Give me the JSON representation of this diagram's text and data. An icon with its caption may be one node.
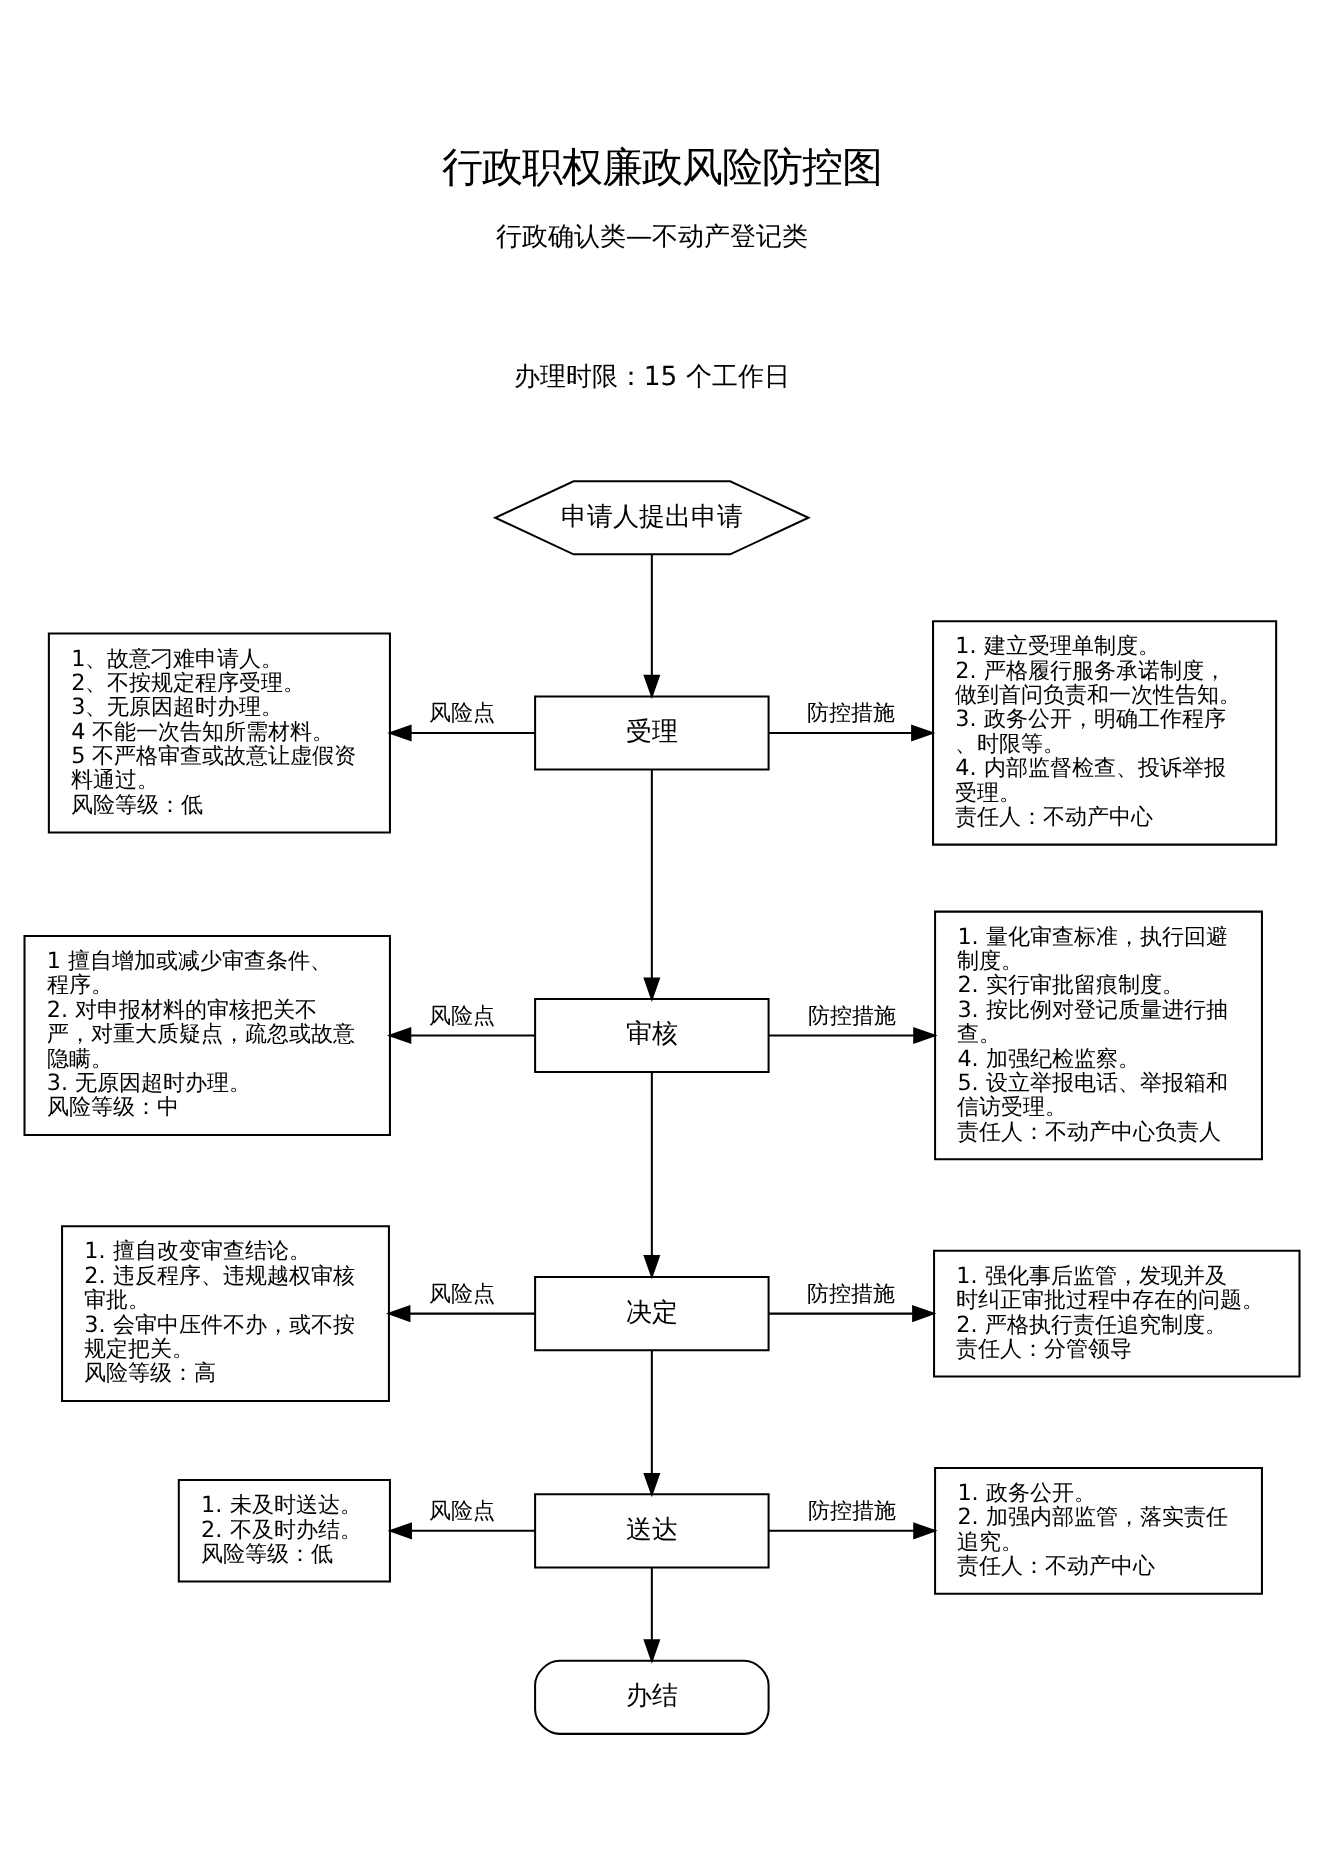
{
  "diagram": {
    "title": "行政职权廉政风险防控图",
    "nodes": [
      {
        "text": [
          "申请人提出申请"
        ]
      },
      {
        "text": [
          "1、故意刁难申请人。",
          "2、不按规定程序受理。",
          "3、无原因超时办理。",
          "4 不能一次告知所需材料。",
          "5 不严格审查或故意让虚假资料通过。",
          "风险等级：低"
        ]
      },
      {
        "text": [
          "受理"
        ]
      },
      {
        "text": [
          "1. 建立受理单制度。",
          "2. 严格履行服务承诺制度，做到首问负责和一次性告知。",
          "3. 政务公开，明确工作程序、时限等。",
          "4. 内部监督检查、投诉举报受理。",
          "责任人：不动产中心"
        ]
      },
      {
        "text": [
          "1 擅自增加或减少审查条件、程序。",
          "2. 对申报材料的审核把关不严，对重大质疑点，疏忽或故意隐瞒。",
          "3. 无原因超时办理。",
          "风险等级：中"
        ]
      },
      {
        "text": [
          "审核"
        ]
      },
      {
        "text": [
          "1. 量化审查标准，执行回避制度。",
          "2. 实行审批留痕制度。",
          "3. 按比例对登记质量进行抽查。",
          "4. 加强纪检监察。",
          "5. 设立举报电话、举报箱和信访受理。",
          "责任人：不动产中心负责人"
        ]
      },
      {
        "text": [
          "1. 擅自改变审查结论。",
          "2. 违反程序、违规越权审核审批。",
          "3. 会审中压件不办，或不按规定把关。",
          "风险等级：高"
        ]
      },
      {
        "text": [
          "决定"
        ]
      },
      {
        "text": [
          "1. 强化事后监管，发现并及时纠正审批过程中存在的问题。",
          "2. 严格执行责任追究制度。",
          "责任人：分管领导"
        ]
      },
      {
        "text": [
          "1. 未及时送达。",
          "2. 不及时办结。",
          "风险等级：低"
        ]
      },
      {
        "text": [
          "送达"
        ]
      },
      {
        "text": [
          "1. 政务公开。",
          "2. 加强内部监管，落实责任追究。",
          "责任人：不动产中心"
        ]
      },
      {
        "text": [
          "办结"
        ]
      }
    ],
    "edges": [
      {
        "from": 0,
        "to": 2,
        "arrow": "to"
      },
      {
        "from": 2,
        "to": 1,
        "arrow": "to",
        "label": "风险点"
      },
      {
        "from": 2,
        "to": 3,
        "arrow": "to",
        "label": "防控措施"
      },
      {
        "from": 2,
        "to": 5,
        "arrow": "to"
      },
      {
        "from": 5,
        "to": 4,
        "arrow": "to",
        "label": "风险点"
      },
      {
        "from": 5,
        "to": 6,
        "arrow": "to",
        "label": "防控措施"
      },
      {
        "from": 5,
        "to": 8,
        "arrow": "to"
      },
      {
        "from": 8,
        "to": 7,
        "arrow": "to",
        "label": "风险点"
      },
      {
        "from": 8,
        "to": 9,
        "arrow": "to",
        "label": "防控措施"
      },
      {
        "from": 8,
        "to": 11,
        "arrow": "to"
      },
      {
        "from": 11,
        "to": 10,
        "arrow": "to",
        "label": "风险点"
      },
      {
        "from": 11,
        "to": 12,
        "arrow": "to",
        "label": "防控措施"
      },
      {
        "from": 11,
        "to": 13,
        "arrow": "to"
      }
    ],
    "labels": [
      "行政确认类—不动产登记类",
      "办理时限：15 个工作日"
    ]
  }
}
